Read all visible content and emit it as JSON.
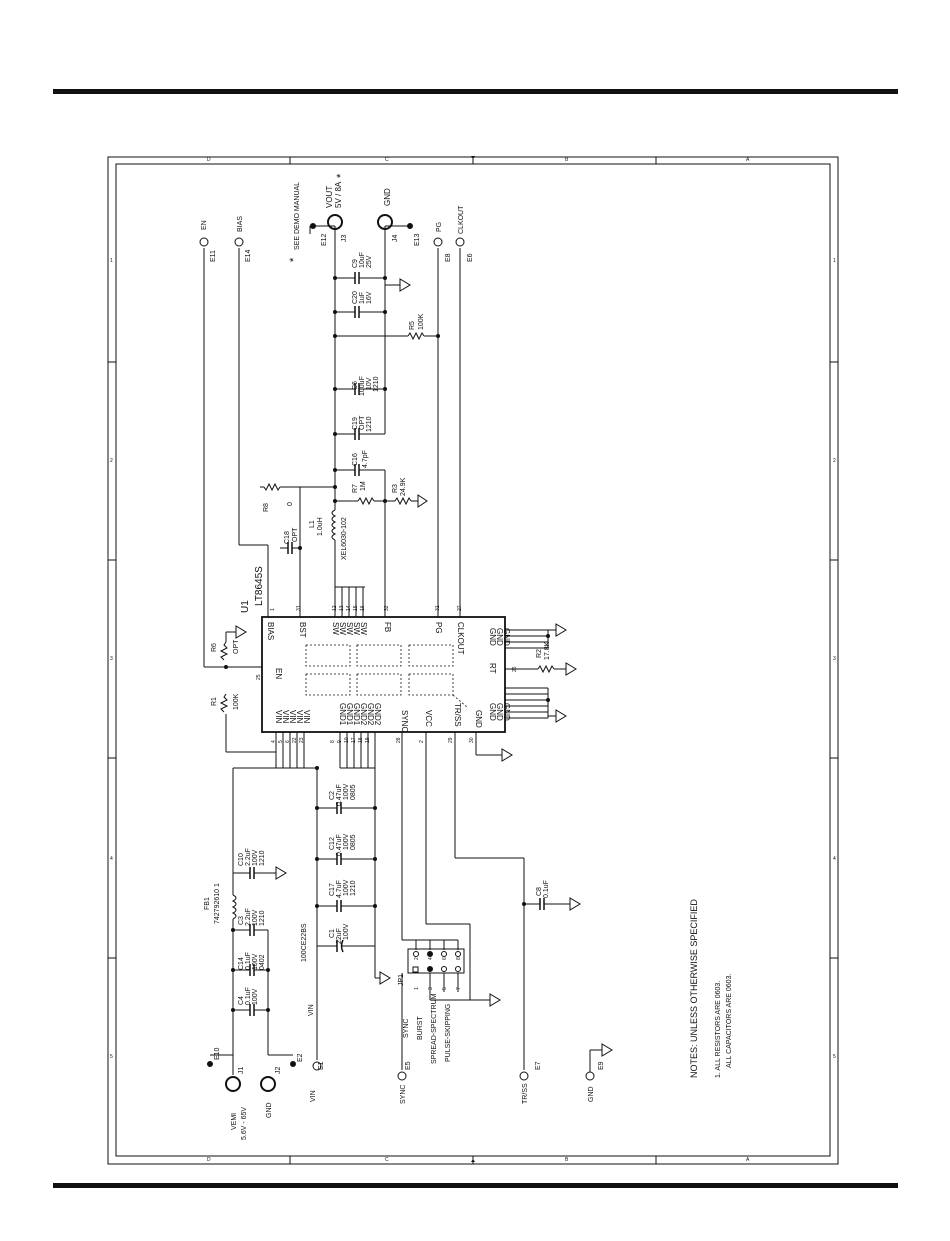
{
  "u1": {
    "ref": "U1",
    "part": "LT8645S"
  },
  "pins_left": {
    "bias": "BIAS",
    "bst": "BST",
    "sw": "SW",
    "fb": "FB",
    "pg": "PG",
    "clkout": "CLKOUT"
  },
  "pins_right": {
    "vin": "VIN",
    "gnd1": "GND1",
    "gnd2": "GND2",
    "sync": "SYNC",
    "vcc": "VCC",
    "trss": "TR/SS",
    "gnd": "GND",
    "en": "EN",
    "rt": "RT"
  },
  "pin_numbers": {
    "bias": "1",
    "bst": "31",
    "sw": [
      "12",
      "13",
      "14",
      "15",
      "16"
    ],
    "fb": "32",
    "pg": "31",
    "clkout": "27",
    "en": "25",
    "rt": "26",
    "vin": [
      "4",
      "5",
      "6",
      "22",
      "23"
    ],
    "gnd1": [
      "8",
      "9",
      "10"
    ],
    "gnd2": [
      "17",
      "18",
      "19"
    ],
    "sync": "28",
    "vcc": "2",
    "trss": "29",
    "gnd": "30"
  },
  "nets": {
    "vout": "VOUT",
    "vout_rating": "5V / 8A",
    "asterisk": "*",
    "see_demo": "SEE DEMO MANUAL",
    "gnd": "GND",
    "en": "EN",
    "bias": "BIAS",
    "pg": "PG",
    "clkout": "CLKOUT",
    "vin": "VIN",
    "vemi": "VEMI",
    "vemi_range": "5.6V - 65V",
    "sync": "SYNC",
    "trss": "TR/SS"
  },
  "terminals": {
    "e1": "E1",
    "e2": "E2",
    "e5": "E5",
    "e6": "E6",
    "e7": "E7",
    "e8": "E8",
    "e9": "E9",
    "e10": "E10",
    "e11": "E11",
    "e12": "E12",
    "e13": "E13",
    "e14": "E14",
    "j1": "J1",
    "j2": "J2",
    "j3": "J3",
    "j4": "J4"
  },
  "components": {
    "c9": [
      "C9",
      "10uF",
      "25V"
    ],
    "c20": [
      "C20",
      "1uF",
      "16V"
    ],
    "r5": [
      "R5",
      "100K"
    ],
    "c6": [
      "C6",
      "100uF",
      "10V",
      "1210"
    ],
    "c19": [
      "C19",
      "OPT",
      "1210"
    ],
    "c16": [
      "C16",
      "4.7pF"
    ],
    "r7": [
      "R7",
      "1M"
    ],
    "r3": [
      "R3",
      "24.9K"
    ],
    "r8": [
      "R8",
      "0"
    ],
    "l1": [
      "L1",
      "1.0uH",
      "XEL6030-102"
    ],
    "c18": [
      "C18",
      "OPT"
    ],
    "r6": [
      "R6",
      "OPT"
    ],
    "r1": [
      "R1",
      "100K"
    ],
    "r2": [
      "R2",
      "17.8K"
    ],
    "c2": [
      "C2",
      "0.47uF",
      "100V",
      "0805"
    ],
    "c12": [
      "C12",
      "0.47uF",
      "100V",
      "0805"
    ],
    "c17": [
      "C17",
      "4.7uF",
      "100V",
      "1210"
    ],
    "c1": [
      "C1",
      "22uF",
      "100V",
      "100CE22BS"
    ],
    "c10": [
      "C10",
      "2.2uF",
      "100V",
      "1210"
    ],
    "fb1": [
      "FB1",
      "742792610 1"
    ],
    "c3": [
      "C3",
      "2.2uF",
      "100V",
      "1210"
    ],
    "c14": [
      "C14",
      "0.1uF",
      "100V",
      "0402"
    ],
    "c4": [
      "C4",
      "0.1uF",
      "100V"
    ],
    "c8": [
      "C8",
      "0.1uF"
    ],
    "jp1": [
      "JP1",
      "1",
      "2",
      "3",
      "4",
      "5",
      "6",
      "7",
      "8"
    ]
  },
  "jumper_modes": [
    "SYNC",
    "BURST",
    "SPREAD-SPECTRUM",
    "PULSE-SKIPPING"
  ],
  "notes": {
    "title": "NOTES:  UNLESS OTHERWISE SPECIFIED",
    "line1": "1.  ALL RESISTORS ARE 0603.",
    "line2": "ALL CAPACITORS ARE 0603."
  },
  "border": {
    "letters": [
      "D",
      "C",
      "B",
      "A"
    ],
    "numbers": [
      "1",
      "2",
      "3",
      "4",
      "5"
    ]
  }
}
